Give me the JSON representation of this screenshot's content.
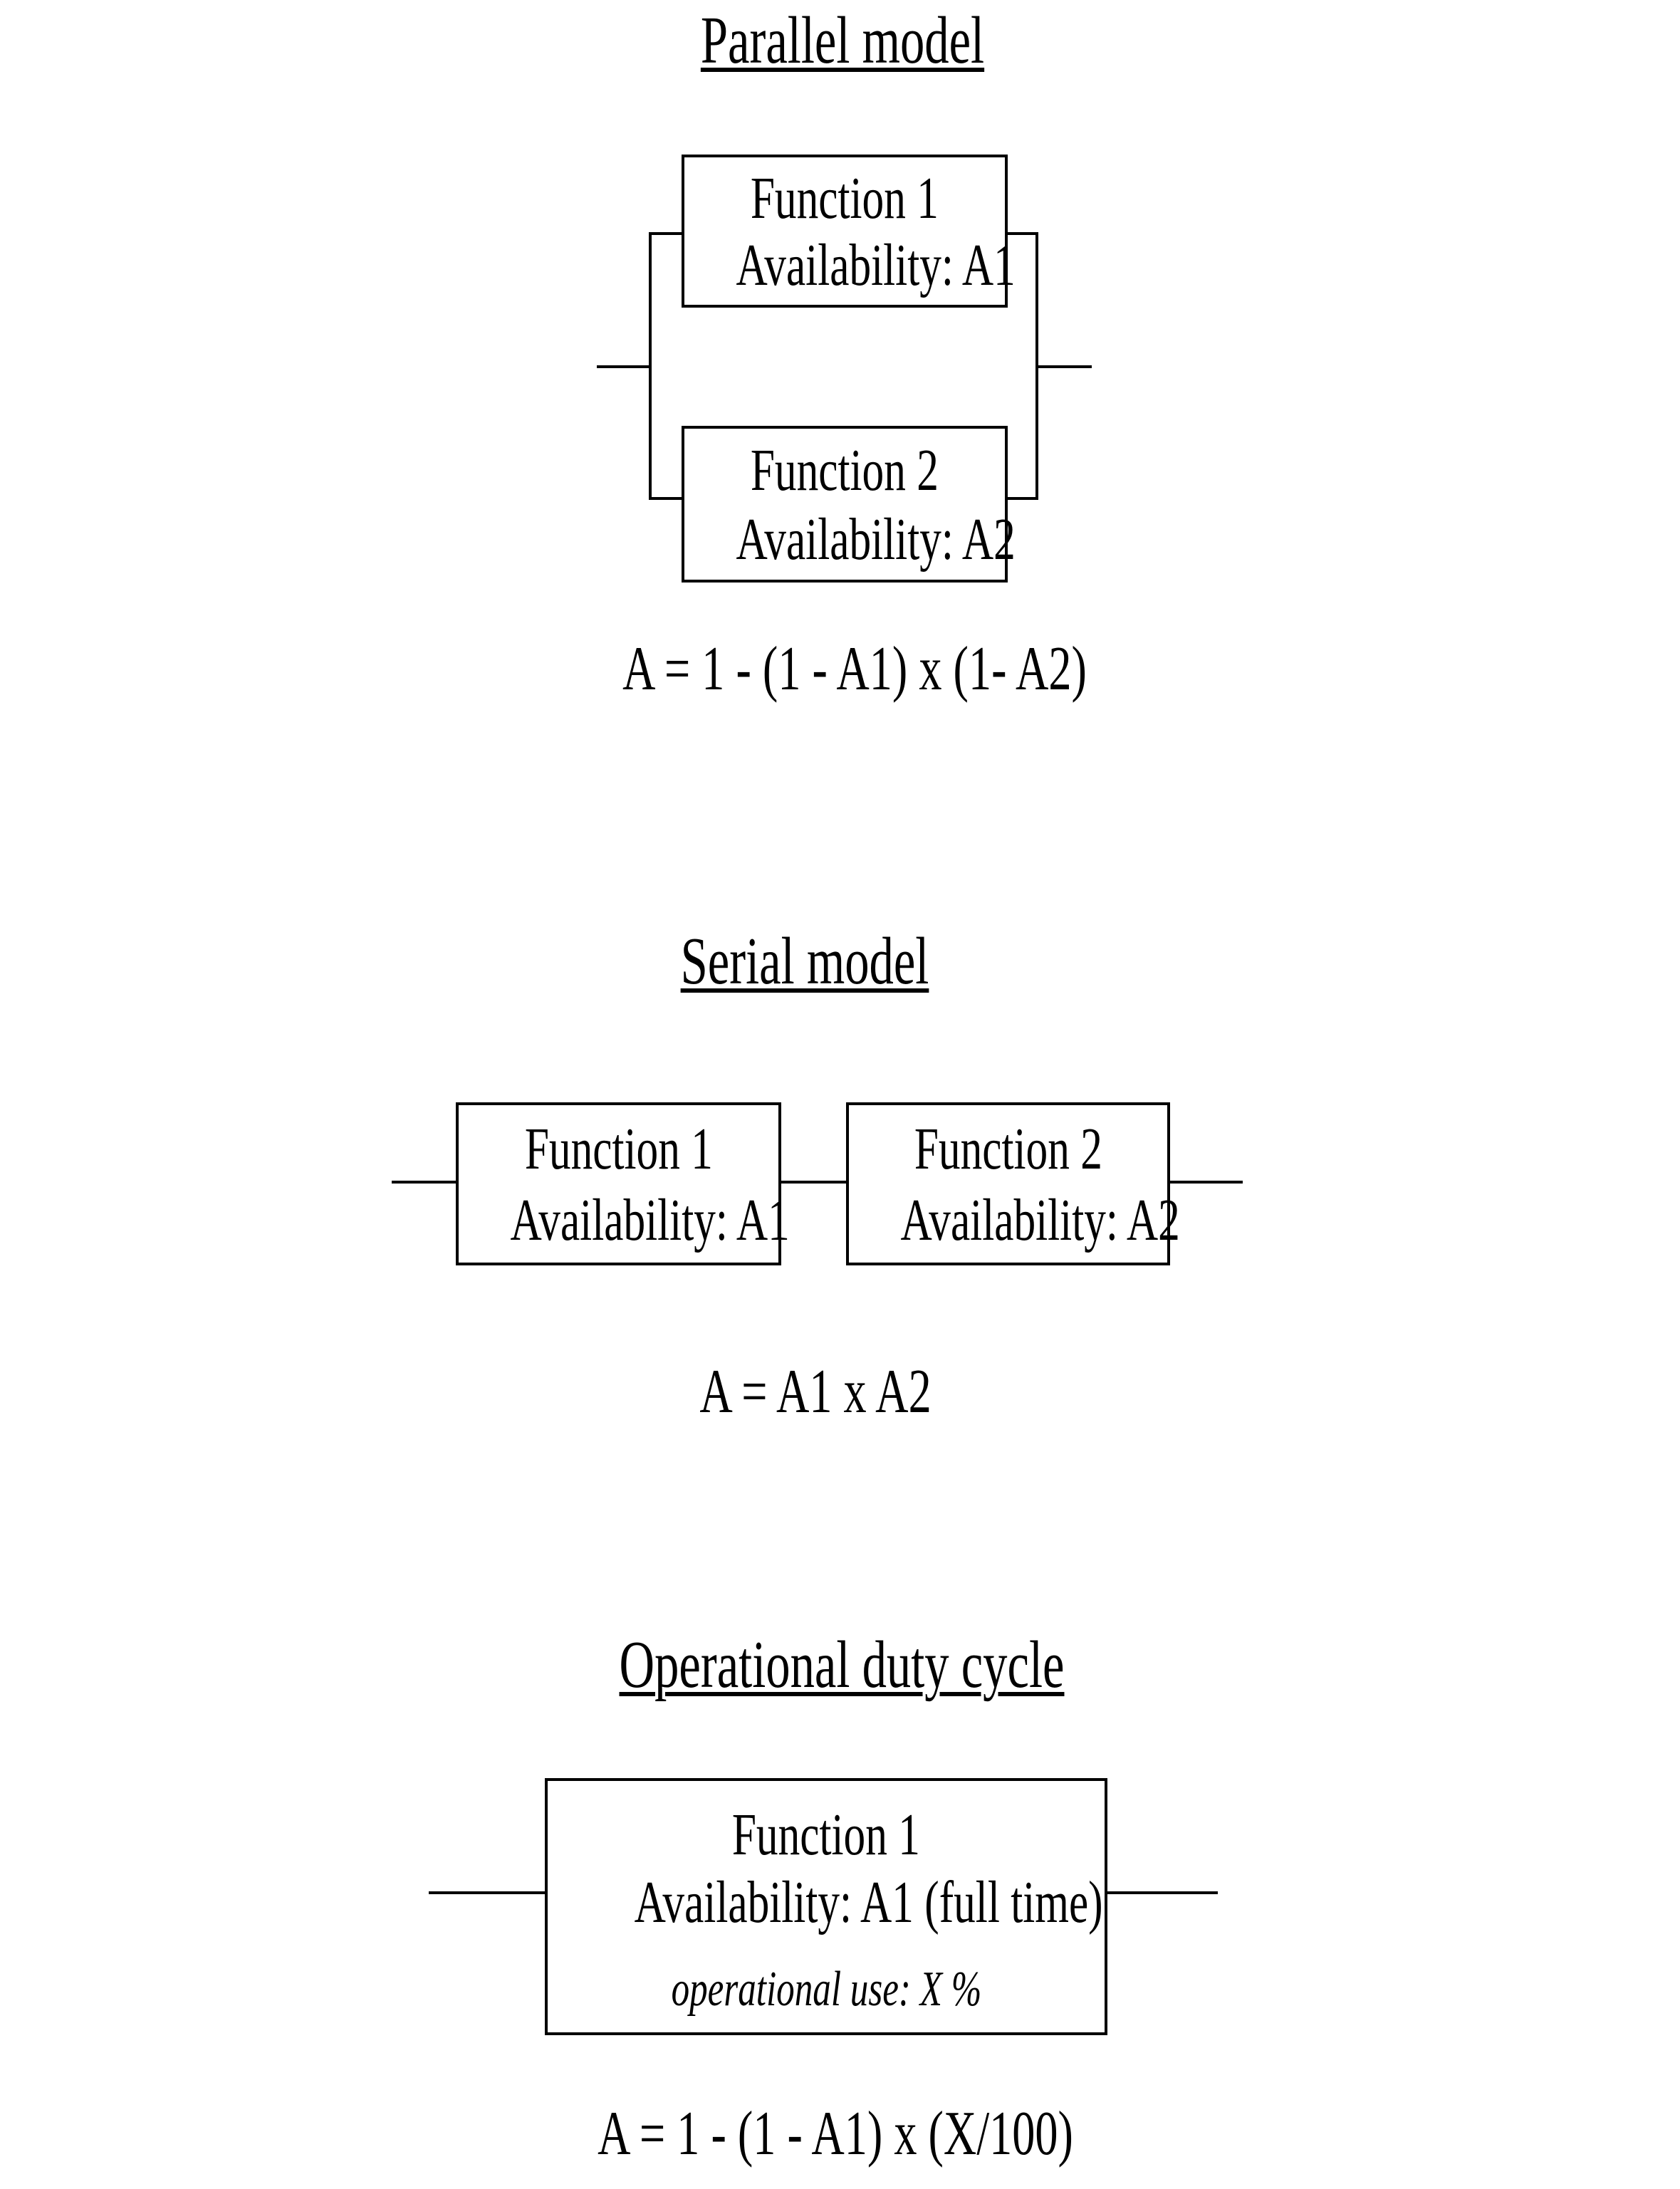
{
  "page": {
    "background_color": "#ffffff",
    "ink_color": "#000000"
  },
  "parallel": {
    "title": "Parallel model",
    "box1": {
      "line1": "Function 1",
      "line2": "Availability: A1"
    },
    "box2": {
      "line1": "Function 2",
      "line2": "Availability: A2"
    },
    "formula": "A = 1 - (1 - A1) x (1- A2)"
  },
  "serial": {
    "title": "Serial model",
    "box1": {
      "line1": "Function 1",
      "line2": "Availability: A1"
    },
    "box2": {
      "line1": "Function 2",
      "line2": "Availability: A2"
    },
    "formula": "A = A1 x A2"
  },
  "duty": {
    "title": "Operational duty cycle",
    "box": {
      "line1": "Function 1",
      "line2": "Availability: A1 (full time)",
      "line3": "operational use: X %"
    },
    "formula": "A = 1 - (1 - A1) x (X/100)"
  }
}
